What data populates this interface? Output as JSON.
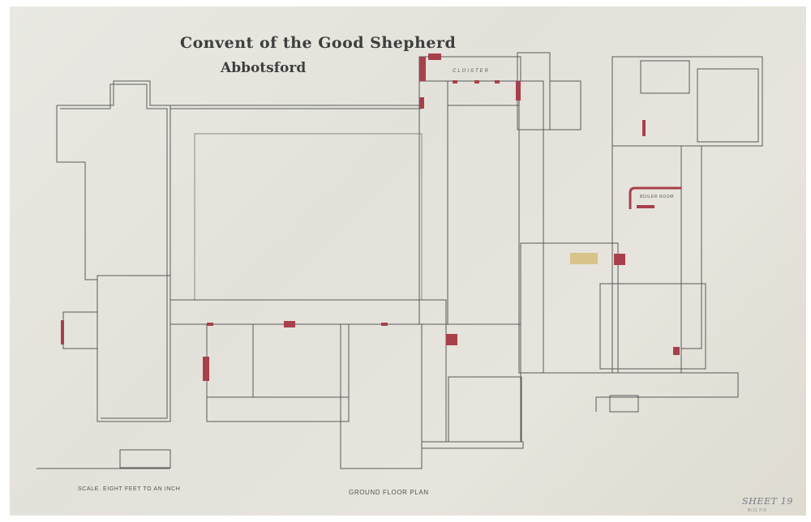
{
  "drawing": {
    "title": "Convent of the Good Shepherd",
    "subtitle": "Abbotsford",
    "plan_label": "Ground Floor Plan",
    "scale_label": "Scale. Eight feet to an inch",
    "room_labels": {
      "cloister": "Cloister",
      "boiler_room": "Boiler Room"
    },
    "sheet_number": "Sheet 19",
    "sheet_sub": "B/11 F/9"
  },
  "colors": {
    "paper": "#e6e4dc",
    "ink": "#555555",
    "red_wash": "#a8404c"
  }
}
